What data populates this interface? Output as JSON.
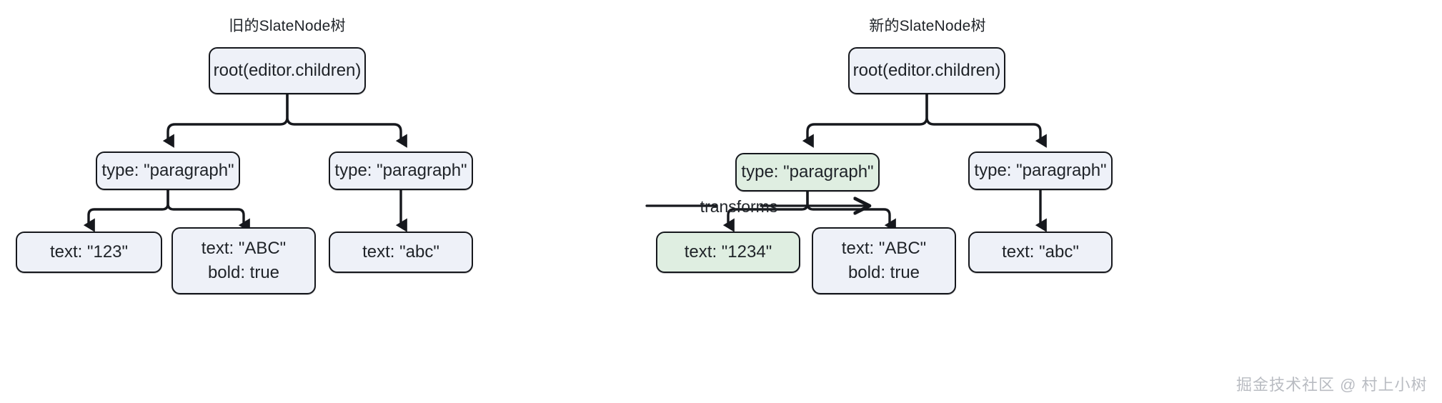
{
  "diagram": {
    "type": "tree-transform",
    "watermark": "掘金技术社区 @ 村上小树",
    "transform_label": "transforms",
    "colors": {
      "node_fill": "#eef1f8",
      "node_fill_highlight": "#dfeee1",
      "node_border": "#16181d",
      "text": "#1f2328",
      "background": "#ffffff",
      "watermark": "#b9bcc2"
    },
    "panels": [
      {
        "id": "old-tree",
        "title": "旧的SlateNode树",
        "nodes": [
          {
            "id": "old-root",
            "label": "root(editor.children)",
            "highlight": false
          },
          {
            "id": "old-p1",
            "label": "type: \"paragraph\"",
            "highlight": false
          },
          {
            "id": "old-p2",
            "label": "type: \"paragraph\"",
            "highlight": false
          },
          {
            "id": "old-t1",
            "label": "text: \"123\"",
            "highlight": false
          },
          {
            "id": "old-t2",
            "label": "text: \"ABC\"",
            "label2": "bold: true",
            "highlight": false
          },
          {
            "id": "old-t3",
            "label": "text: \"abc\"",
            "highlight": false
          }
        ]
      },
      {
        "id": "new-tree",
        "title": "新的SlateNode树",
        "nodes": [
          {
            "id": "new-root",
            "label": "root(editor.children)",
            "highlight": false
          },
          {
            "id": "new-p1",
            "label": "type: \"paragraph\"",
            "highlight": true
          },
          {
            "id": "new-p2",
            "label": "type: \"paragraph\"",
            "highlight": false
          },
          {
            "id": "new-t1",
            "label": "text: \"1234\"",
            "highlight": true
          },
          {
            "id": "new-t2",
            "label": "text: \"ABC\"",
            "label2": "bold: true",
            "highlight": false
          },
          {
            "id": "new-t3",
            "label": "text: \"abc\"",
            "highlight": false
          }
        ]
      }
    ]
  }
}
